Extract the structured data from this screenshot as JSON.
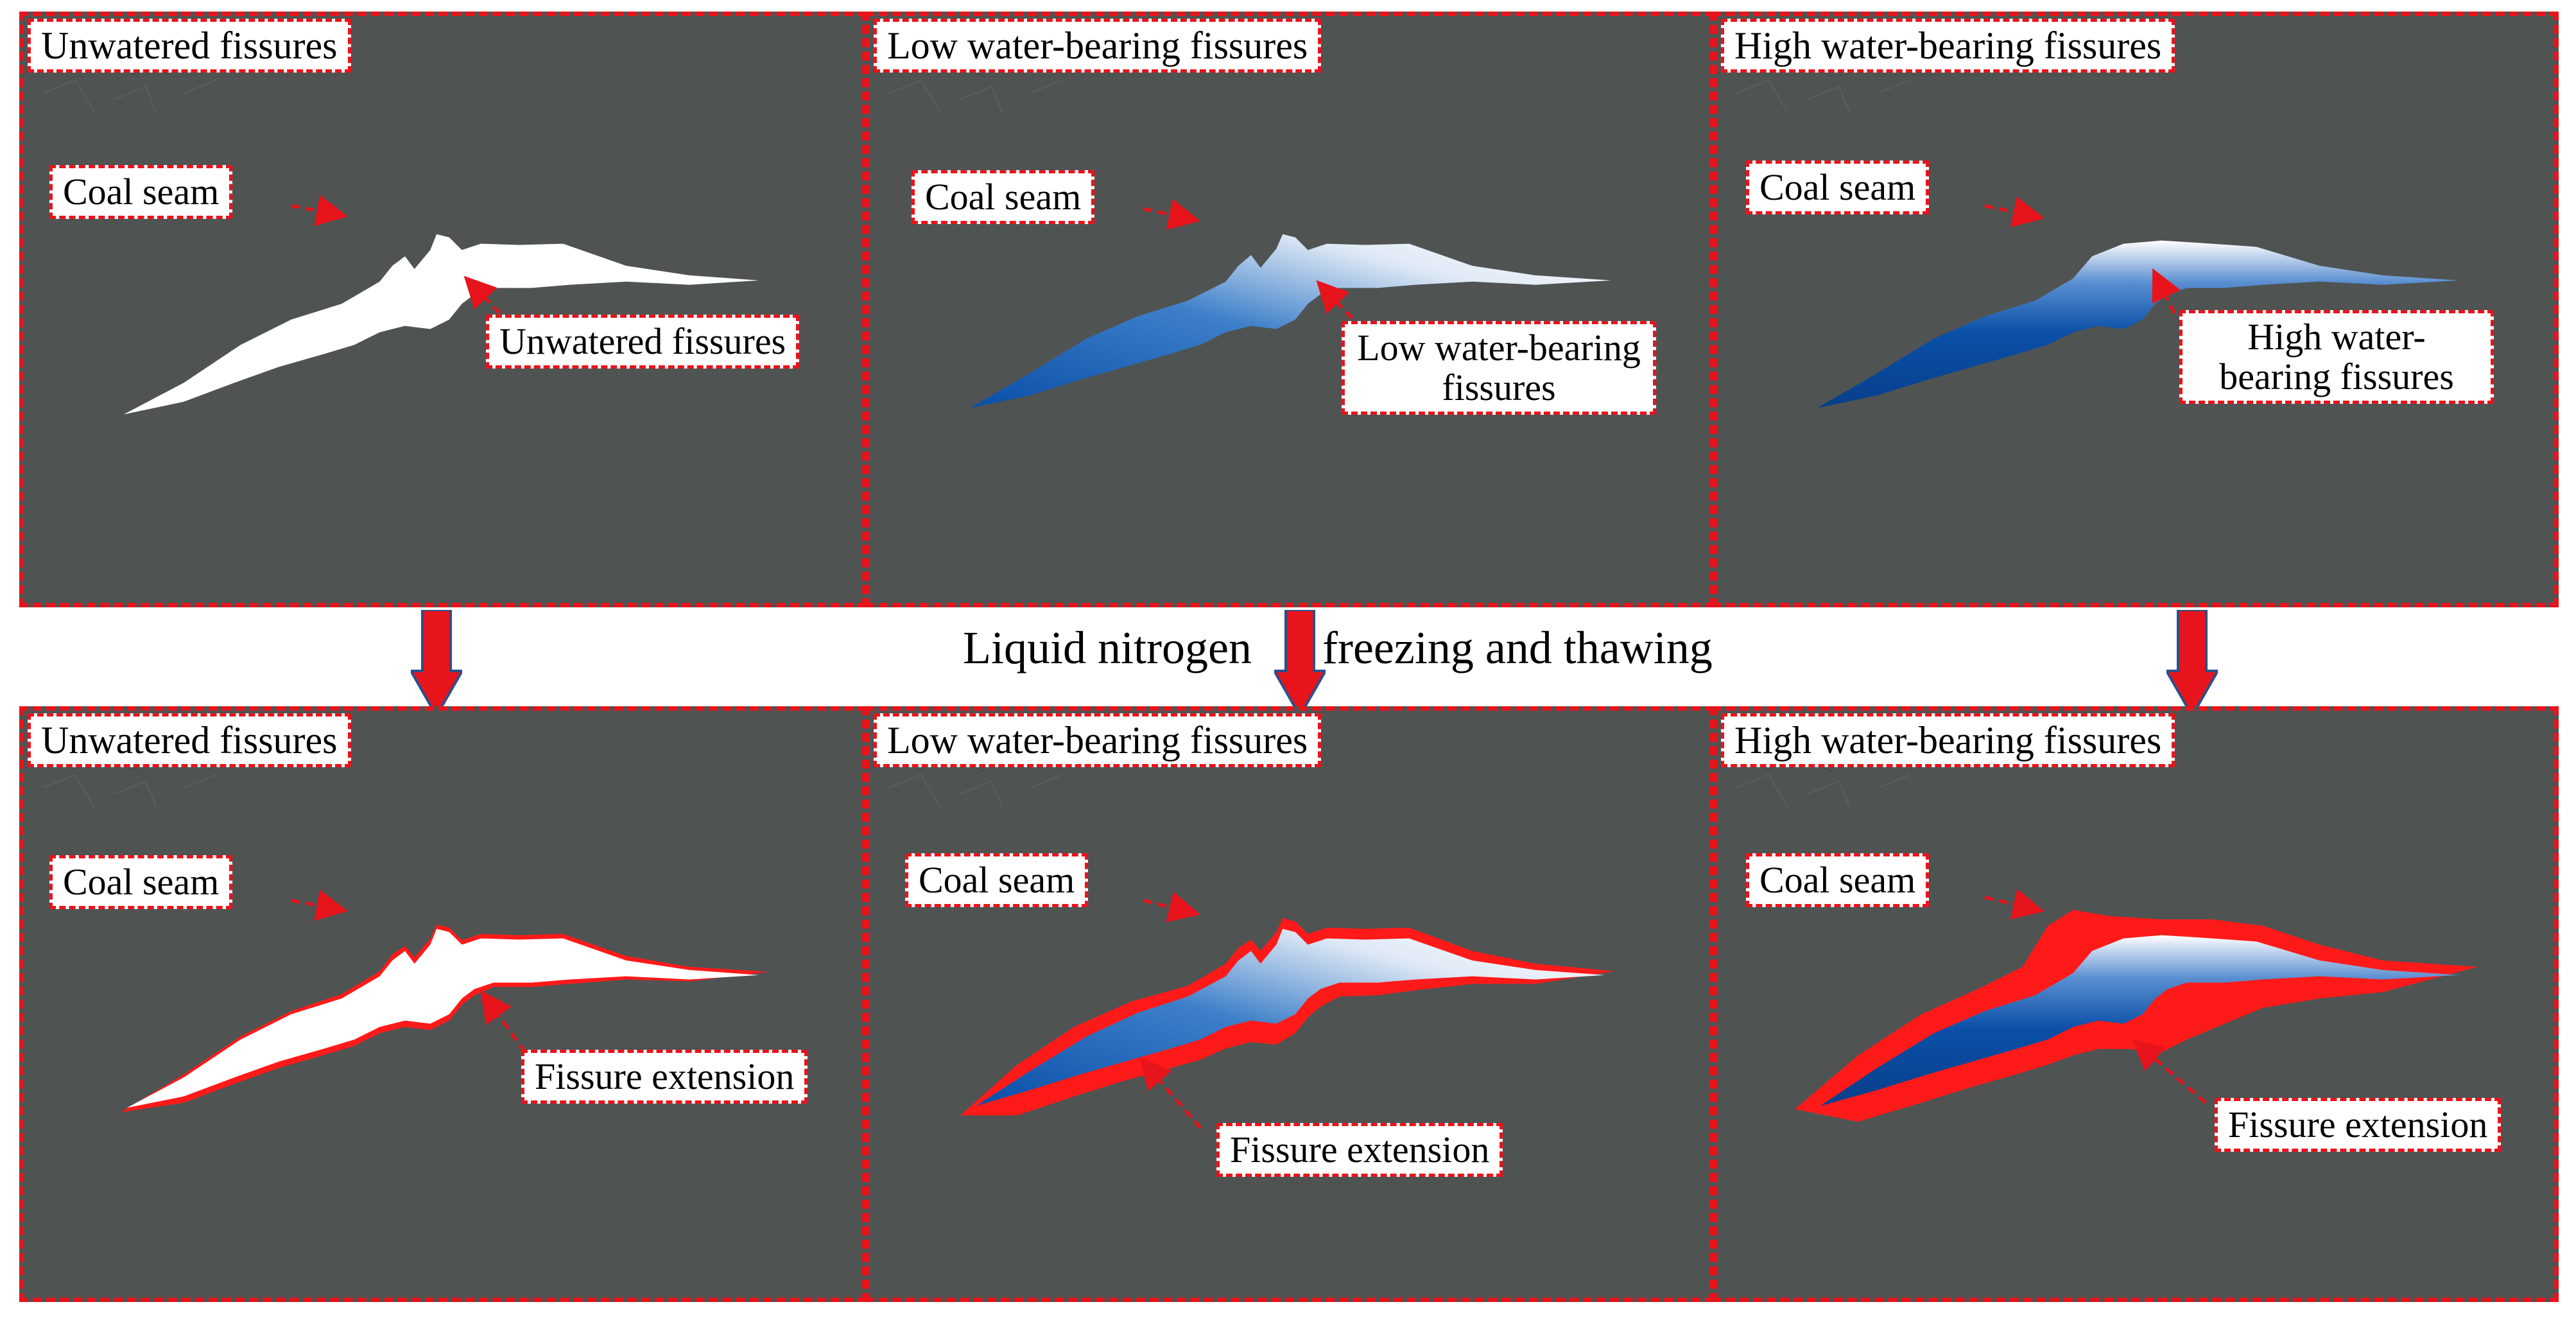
{
  "middle": {
    "text_left": "Liquid nitrogen",
    "text_right": "freezing and thawing"
  },
  "panels": {
    "top_unwatered": {
      "title": "Unwatered fissures",
      "coal": "Coal seam",
      "annotation": "Unwatered fissures"
    },
    "top_low": {
      "title": "Low water-bearing fissures",
      "coal": "Coal seam",
      "annotation": "Low water-bearing fissures"
    },
    "top_high": {
      "title": "High water-bearing fissures",
      "coal": "Coal seam",
      "annotation": "High water-bearing fissures"
    },
    "bottom_unwatered": {
      "title": "Unwatered fissures",
      "coal": "Coal seam",
      "annotation": "Fissure extension"
    },
    "bottom_low": {
      "title": "Low water-bearing fissures",
      "coal": "Coal seam",
      "annotation": "Fissure extension"
    },
    "bottom_high": {
      "title": "High water-bearing fissures",
      "coal": "Coal seam",
      "annotation": "Fissure extension"
    }
  },
  "colors": {
    "border_dash": "#e8141c",
    "coal_background": "#4f5352",
    "water_blue": "#0a4fa8",
    "extension_red": "#ff1a1a",
    "fissure_white": "#ffffff"
  }
}
